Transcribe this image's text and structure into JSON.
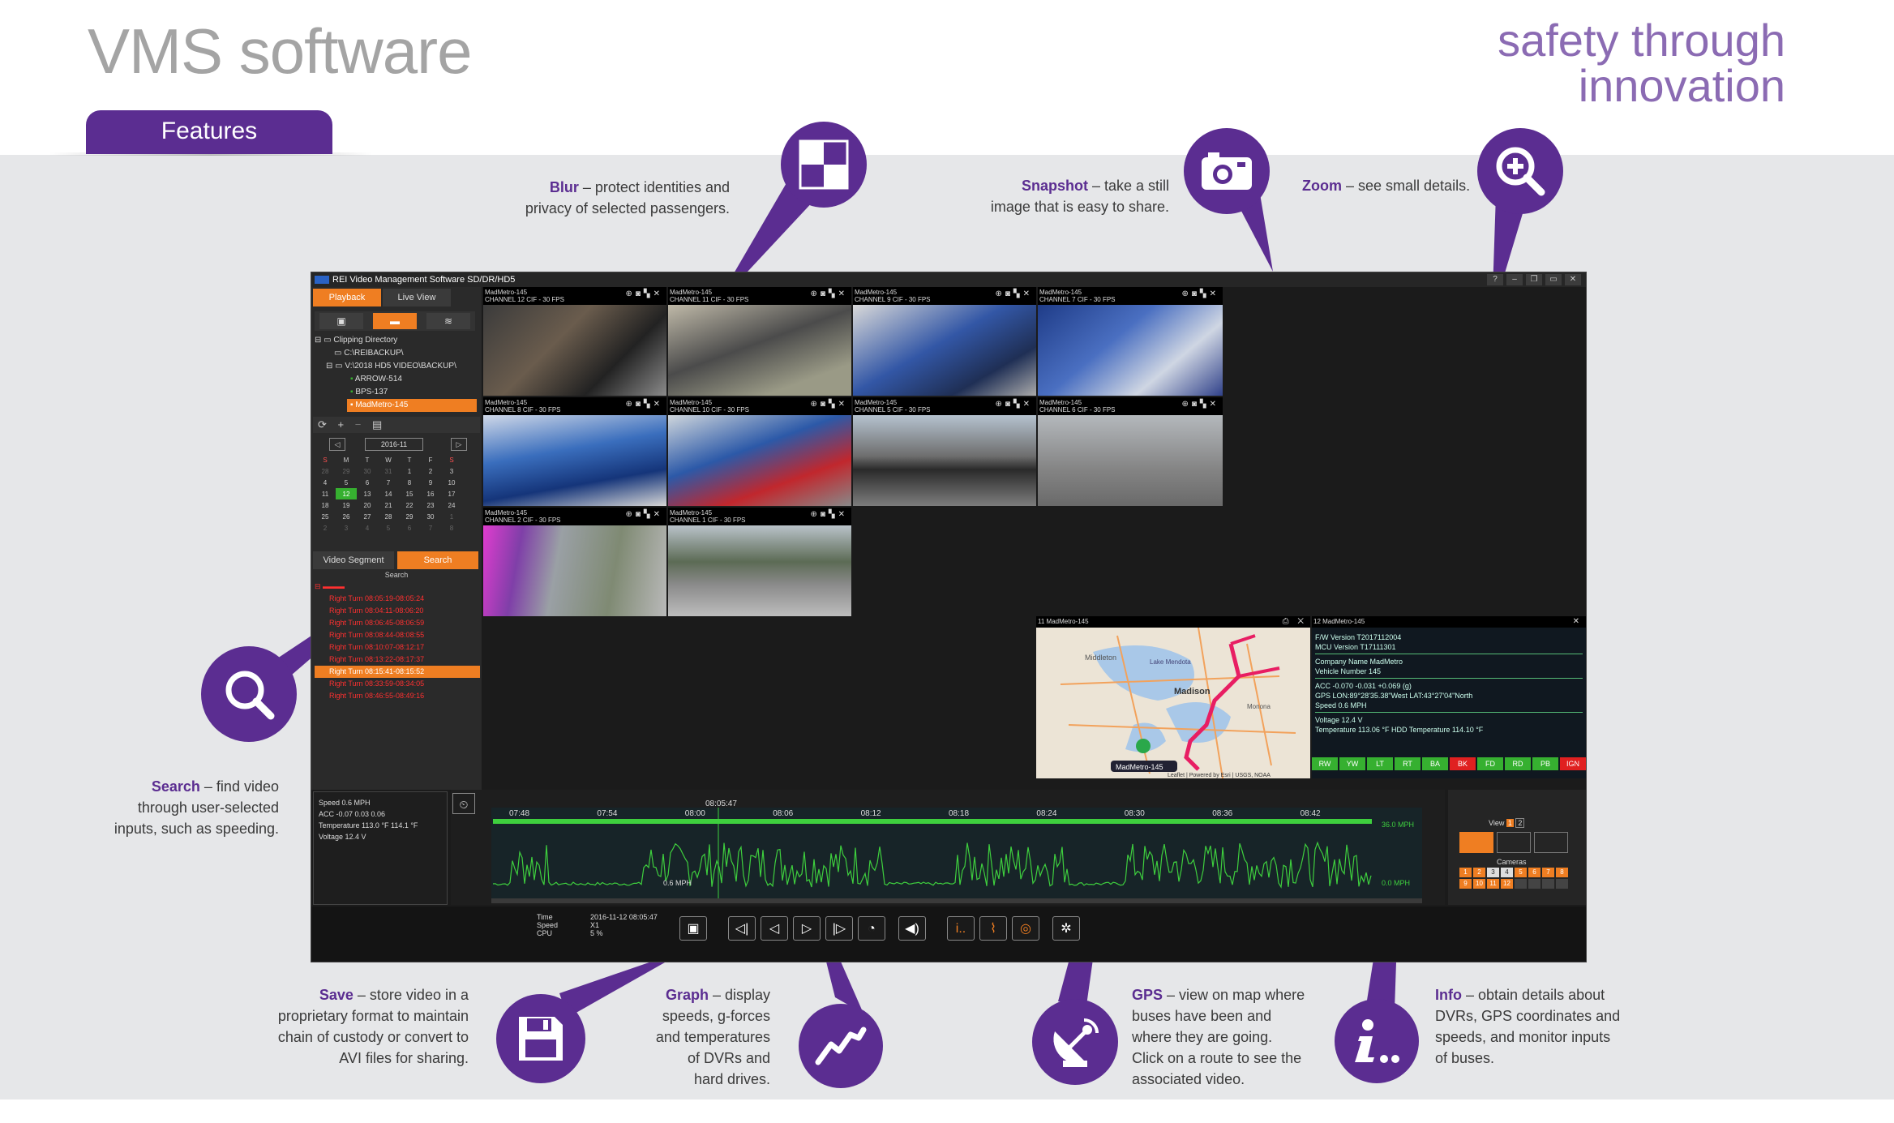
{
  "page": {
    "title": "VMS software",
    "tagline_line1": "safety through",
    "tagline_line2": "innovation",
    "features_tab": "Features"
  },
  "callouts": {
    "blur": {
      "term": "Blur",
      "text1": " – protect identities and",
      "text2": "privacy of selected passengers."
    },
    "snapshot": {
      "term": "Snapshot",
      "text1": " – take a still",
      "text2": "image that is easy to share."
    },
    "zoom": {
      "term": "Zoom",
      "text1": " – see small details."
    },
    "search": {
      "term": "Search",
      "text1": " – find video",
      "text2": "through user-selected",
      "text3": "inputs, such as speeding."
    },
    "save": {
      "term": "Save",
      "text1": " – store video in a",
      "text2": "proprietary format to maintain",
      "text3": "chain of custody or convert to",
      "text4": "AVI files for sharing."
    },
    "graph": {
      "term": "Graph",
      "text1": " – display",
      "text2": "speeds, g-forces",
      "text3": "and temperatures",
      "text4": "of DVRs and",
      "text5": "hard drives."
    },
    "gps": {
      "term": "GPS",
      "text1": " – view on map where",
      "text2": "buses have been and",
      "text3": "where they are going.",
      "text4": "Click on a route to see the",
      "text5": "associated video."
    },
    "info": {
      "term": "Info",
      "text1": " – obtain details about",
      "text2": "DVRs, GPS coordinates and",
      "text3": "speeds, and monitor inputs",
      "text4": "of buses."
    }
  },
  "app": {
    "window_title": "REI Video Management Software SD/DR/HD5",
    "tabs": [
      "Playback",
      "Live View"
    ],
    "tree": {
      "root": "Clipping Directory",
      "item1": "C:\\REIBACKUP\\",
      "item2": "V:\\2018 HD5 VIDEO\\BACKUP\\",
      "bus1": "ARROW-514",
      "bus2": "BPS-137",
      "bus3": "MadMetro-145"
    },
    "calendar": {
      "month": "2016-11",
      "weekdays": [
        "S",
        "M",
        "T",
        "W",
        "T",
        "F",
        "S"
      ],
      "rows": [
        [
          "28",
          "29",
          "30",
          "31",
          "1",
          "2",
          "3"
        ],
        [
          "4",
          "5",
          "6",
          "7",
          "8",
          "9",
          "10"
        ],
        [
          "11",
          "12",
          "13",
          "14",
          "15",
          "16",
          "17"
        ],
        [
          "18",
          "19",
          "20",
          "21",
          "22",
          "23",
          "24"
        ],
        [
          "25",
          "26",
          "27",
          "28",
          "29",
          "30",
          "1"
        ],
        [
          "2",
          "3",
          "4",
          "5",
          "6",
          "7",
          "8"
        ]
      ]
    },
    "search_tabs": [
      "Video Segment",
      "Search"
    ],
    "search_header": "Search",
    "search_results": [
      "Right Turn 08:05:19-08:05:24",
      "Right Turn 08:04:11-08:06:20",
      "Right Turn 08:06:45-08:06:59",
      "Right Turn 08:08:44-08:08:55",
      "Right Turn 08:10:07-08:12:17",
      "Right Turn 08:13:22-08:17:37",
      "Right Turn 08:15:41-08:15:52",
      "Right Turn 08:33:59-08:34:05",
      "Right Turn 08:46:55-08:49:16"
    ],
    "cameras": [
      {
        "title": "MadMetro-145",
        "channel": "CHANNEL 12   CIF - 30 FPS"
      },
      {
        "title": "MadMetro-145",
        "channel": "CHANNEL 11   CIF - 30 FPS"
      },
      {
        "title": "MadMetro-145",
        "channel": "CHANNEL 9   CIF - 30 FPS"
      },
      {
        "title": "MadMetro-145",
        "channel": "CHANNEL 7   CIF - 30 FPS"
      },
      {
        "title": "MadMetro-145",
        "channel": "CHANNEL 8   CIF - 30 FPS"
      },
      {
        "title": "MadMetro-145",
        "channel": "CHANNEL 10   CIF - 30 FPS"
      },
      {
        "title": "MadMetro-145",
        "channel": "CHANNEL 5   CIF - 30 FPS"
      },
      {
        "title": "MadMetro-145",
        "channel": "CHANNEL 6   CIF - 30 FPS"
      },
      {
        "title": "MadMetro-145",
        "channel": "CHANNEL 2   CIF - 30 FPS"
      },
      {
        "title": "MadMetro-145",
        "channel": "CHANNEL 1   CIF - 30 FPS"
      }
    ],
    "map_panel": {
      "title": "11 MadMetro-145",
      "label": "MadMetro-145",
      "attribution": "Leaflet | Powered by Esri | USGS, NOAA",
      "city1": "Middleton",
      "city2": "Madison",
      "city3": "Lake Mendota",
      "city4": "Monona"
    },
    "info_panel": {
      "title": "12 MadMetro-145",
      "fw": "F/W Version  T2017112004",
      "mcu": "MCU Version  T17111301",
      "company": "Company Name  MadMetro",
      "vehicle": "Vehicle Number  145",
      "acc": "ACC  -0.070 -0.031 +0.069 (g)",
      "gps": "GPS  LON:89°28'35.38\"West LAT:43°27'04\"North",
      "speed": "Speed  0.6 MPH",
      "voltage": "Voltage  12.4 V",
      "temp": "Temperature  113.06 °F    HDD Temperature  114.10 °F"
    },
    "indicators": [
      "RW",
      "YW",
      "LT",
      "RT",
      "BA",
      "BK",
      "FD",
      "RD",
      "PB",
      "IGN"
    ],
    "stats": {
      "speed": "Speed   0.6 MPH",
      "acc": "ACC   -0.07  0.03  0.06",
      "temp": "Temperature   113.0 °F  114.1 °F",
      "voltage": "Voltage   12.4 V"
    },
    "timeline": {
      "ticks": [
        "07:48",
        "07:54",
        "08:00",
        "08:06",
        "08:12",
        "08:18",
        "08:24",
        "08:30",
        "08:36",
        "08:42"
      ],
      "cursor": "08:05:47",
      "top_speed": "36.0 MPH",
      "low_speed": "0.6 MPH",
      "zero_speed": "0.0 MPH"
    },
    "status": {
      "time_label": "Time",
      "speed_label": "Speed",
      "cpu_label": "CPU",
      "time_value": "2016-11-12 08:05:47",
      "speed_value": "X1",
      "cpu_value": "5 %"
    },
    "view_label": "View",
    "view_pages": [
      "1",
      "2"
    ],
    "cameras_label": "Cameras",
    "camera_buttons": [
      "1",
      "2",
      "3",
      "4",
      "5",
      "6",
      "7",
      "8",
      "9",
      "10",
      "11",
      "12",
      "",
      "",
      "",
      ""
    ]
  },
  "colors": {
    "brand_purple": "#5b2d91",
    "accent_orange": "#ef7e22",
    "graph_green": "#3ecf3e",
    "panel_gray": "#e6e7e9"
  }
}
